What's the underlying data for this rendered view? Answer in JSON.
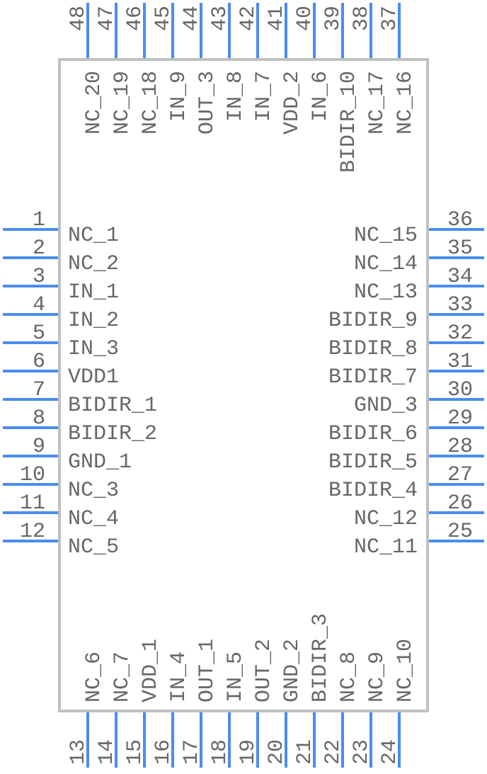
{
  "component": {
    "type": "ic-symbol",
    "pin_count": 48,
    "colors": {
      "pin": "#4a8cf0",
      "body_outline": "#c0c0c0",
      "text": "#666666",
      "background": "#ffffff"
    }
  },
  "pins": {
    "left": [
      {
        "number": "1",
        "name": "NC_1"
      },
      {
        "number": "2",
        "name": "NC_2"
      },
      {
        "number": "3",
        "name": "IN_1"
      },
      {
        "number": "4",
        "name": "IN_2"
      },
      {
        "number": "5",
        "name": "IN_3"
      },
      {
        "number": "6",
        "name": "VDD1"
      },
      {
        "number": "7",
        "name": "BIDIR_1"
      },
      {
        "number": "8",
        "name": "BIDIR_2"
      },
      {
        "number": "9",
        "name": "GND_1"
      },
      {
        "number": "10",
        "name": "NC_3"
      },
      {
        "number": "11",
        "name": "NC_4"
      },
      {
        "number": "12",
        "name": "NC_5"
      }
    ],
    "bottom": [
      {
        "number": "13",
        "name": "NC_6"
      },
      {
        "number": "14",
        "name": "NC_7"
      },
      {
        "number": "15",
        "name": "VDD_1"
      },
      {
        "number": "16",
        "name": "IN_4"
      },
      {
        "number": "17",
        "name": "OUT_1"
      },
      {
        "number": "18",
        "name": "IN_5"
      },
      {
        "number": "19",
        "name": "OUT_2"
      },
      {
        "number": "20",
        "name": "GND_2"
      },
      {
        "number": "21",
        "name": "BIDIR_3"
      },
      {
        "number": "22",
        "name": "NC_8"
      },
      {
        "number": "23",
        "name": "NC_9"
      },
      {
        "number": "24",
        "name": "NC_10"
      }
    ],
    "right": [
      {
        "number": "36",
        "name": "NC_15"
      },
      {
        "number": "35",
        "name": "NC_14"
      },
      {
        "number": "34",
        "name": "NC_13"
      },
      {
        "number": "33",
        "name": "BIDIR_9"
      },
      {
        "number": "32",
        "name": "BIDIR_8"
      },
      {
        "number": "31",
        "name": "BIDIR_7"
      },
      {
        "number": "30",
        "name": "GND_3"
      },
      {
        "number": "29",
        "name": "BIDIR_6"
      },
      {
        "number": "28",
        "name": "BIDIR_5"
      },
      {
        "number": "27",
        "name": "BIDIR_4"
      },
      {
        "number": "26",
        "name": "NC_12"
      },
      {
        "number": "25",
        "name": "NC_11"
      }
    ],
    "top": [
      {
        "number": "48",
        "name": "NC_20"
      },
      {
        "number": "47",
        "name": "NC_19"
      },
      {
        "number": "46",
        "name": "NC_18"
      },
      {
        "number": "45",
        "name": "IN_9"
      },
      {
        "number": "44",
        "name": "OUT_3"
      },
      {
        "number": "43",
        "name": "IN_8"
      },
      {
        "number": "42",
        "name": "IN_7"
      },
      {
        "number": "41",
        "name": "VDD_2"
      },
      {
        "number": "40",
        "name": "IN_6"
      },
      {
        "number": "39",
        "name": "BIDIR_10"
      },
      {
        "number": "38",
        "name": "NC_17"
      },
      {
        "number": "37",
        "name": "NC_16"
      }
    ]
  }
}
